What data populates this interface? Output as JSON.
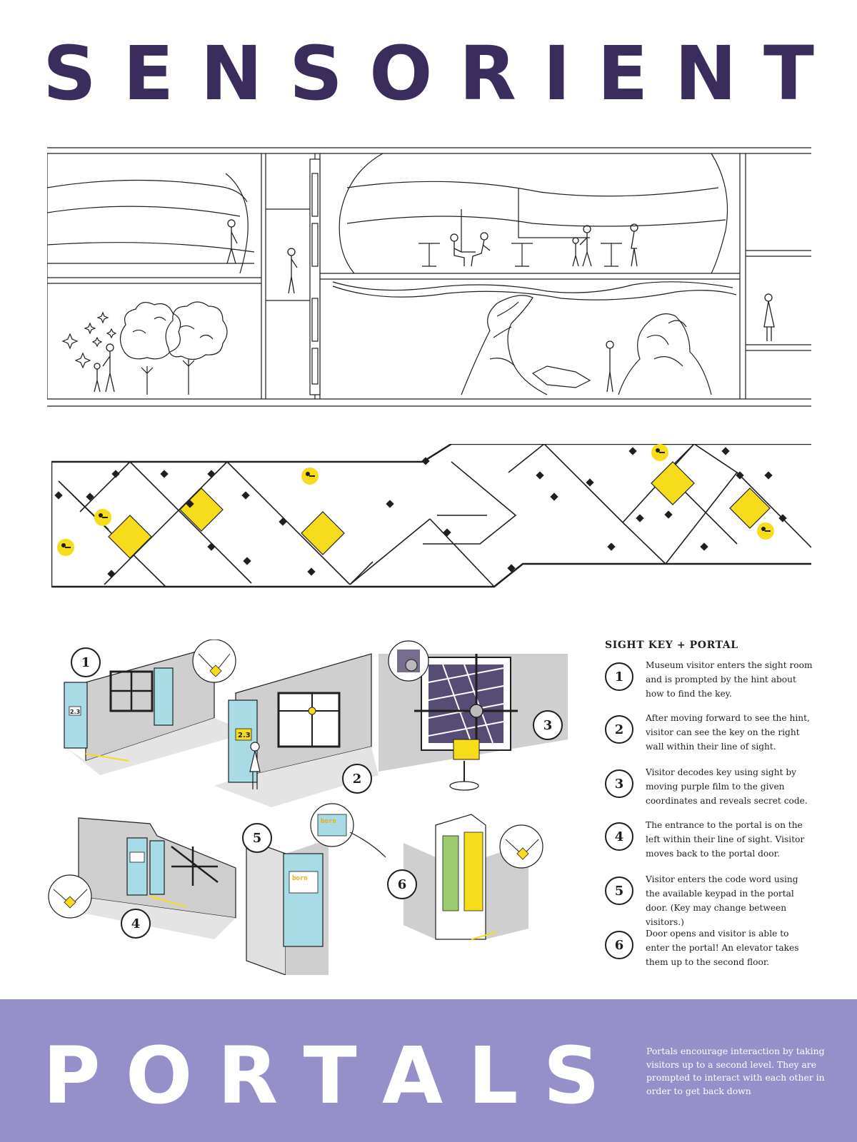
{
  "title": {
    "letters": [
      "S",
      "E",
      "N",
      "S",
      "O",
      "R",
      "I",
      "E",
      "N",
      "T"
    ],
    "color": "#3a2d5e"
  },
  "section_illustration": {
    "icons": [
      "person-icon",
      "tree-icon",
      "sparkle-icon",
      "rock-icon",
      "table-icon",
      "elevator-shaft-icon"
    ]
  },
  "plan": {
    "key_color": "#f7dc1c",
    "icons": [
      "key-icon",
      "portal-icon",
      "sensor-icon"
    ]
  },
  "steps_panel": {
    "heading": "SIGHT KEY + PORTAL",
    "steps": [
      {
        "number": "1",
        "text": "Museum visitor enters the sight room and is prompted by the hint about how to find the key."
      },
      {
        "number": "2",
        "text": "After moving forward to see the hint, visitor can see the key on the right wall within their line of sight."
      },
      {
        "number": "3",
        "text": "Visitor decodes key using sight by moving purple film to the given coordinates and reveals secret code."
      },
      {
        "number": "4",
        "text": "The entrance to the portal is on the left within their line of sight. Visitor moves back to the portal door."
      },
      {
        "number": "5",
        "text": "Visitor enters the code word using the available keypad in the portal door. (Key may change between visitors.)"
      },
      {
        "number": "6",
        "text": "Door opens and visitor is able to enter the portal! An elevator takes them up to the second floor."
      }
    ]
  },
  "vignettes": {
    "labels": [
      "1",
      "2",
      "3",
      "4",
      "5",
      "6"
    ],
    "door_label": "2.3",
    "keypad_word": "born",
    "colors": {
      "door": "#a8dbe6",
      "film": "#3a2d5e",
      "accent": "#f7dc1c",
      "wall": "#cfcfcf"
    }
  },
  "footer": {
    "letters": [
      "P",
      "O",
      "R",
      "T",
      "A",
      "L",
      "S"
    ],
    "description": "Portals encourage interaction by taking visitors up to a second level. They are prompted to interact with each other in order to get back down",
    "background": "#9590c9"
  }
}
